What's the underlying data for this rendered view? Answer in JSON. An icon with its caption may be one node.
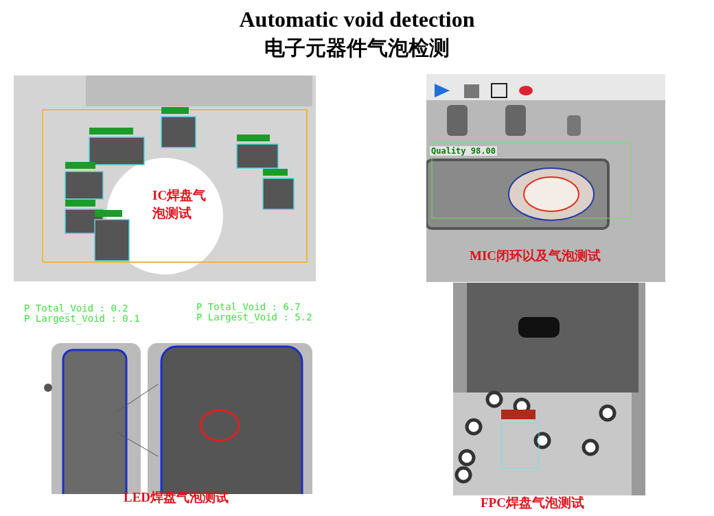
{
  "diagram": {
    "title": "Automatic void detection 电子元器件气泡检测",
    "labels": [
      "IC焊盘气泡测试",
      "Quality 98.00",
      "MIC闭环以及气泡测试",
      "P Total_Void : 0.2",
      "P Largest_Void : 0.1",
      "P Total_Void : 6.7",
      "P Largest_Void : 5.2",
      "LED焊盘气泡测试",
      "FPC焊盘气泡测试"
    ]
  }
}
